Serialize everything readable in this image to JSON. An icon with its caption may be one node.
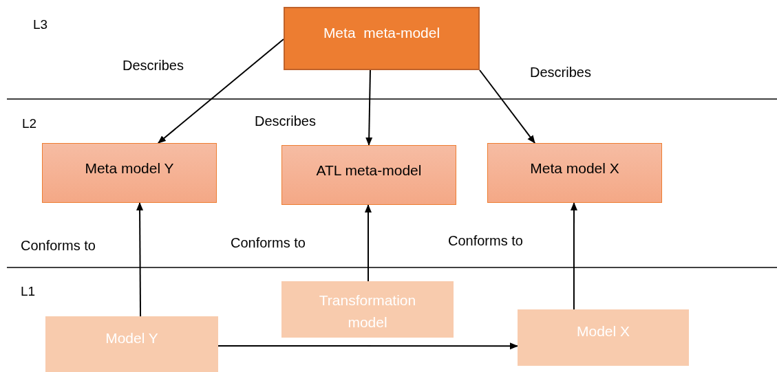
{
  "diagram": {
    "nodes": [
      {
        "text": [
          "Meta  meta-model"
        ]
      },
      {
        "text": [
          "Meta model Y"
        ]
      },
      {
        "text": [
          "ATL meta-model"
        ]
      },
      {
        "text": [
          "Meta model X"
        ]
      },
      {
        "text": [
          "Transformation model"
        ]
      },
      {
        "text": [
          "Model Y"
        ]
      },
      {
        "text": [
          "Model X"
        ]
      }
    ],
    "edges": [
      {
        "from": 0,
        "to": 1,
        "arrow": "to",
        "label": "Describes"
      },
      {
        "from": 0,
        "to": 2,
        "arrow": "to",
        "label": "Describes"
      },
      {
        "from": 0,
        "to": 3,
        "arrow": "to",
        "label": "Describes"
      },
      {
        "from": 5,
        "to": 1,
        "arrow": "to",
        "label": "Conforms to"
      },
      {
        "from": 4,
        "to": 2,
        "arrow": "to",
        "label": "Conforms to"
      },
      {
        "from": 6,
        "to": 3,
        "arrow": "to",
        "label": "Conforms to"
      },
      {
        "from": 5,
        "to": 6,
        "arrow": "to"
      }
    ],
    "labels": [
      "L3",
      "L2",
      "L1"
    ]
  }
}
